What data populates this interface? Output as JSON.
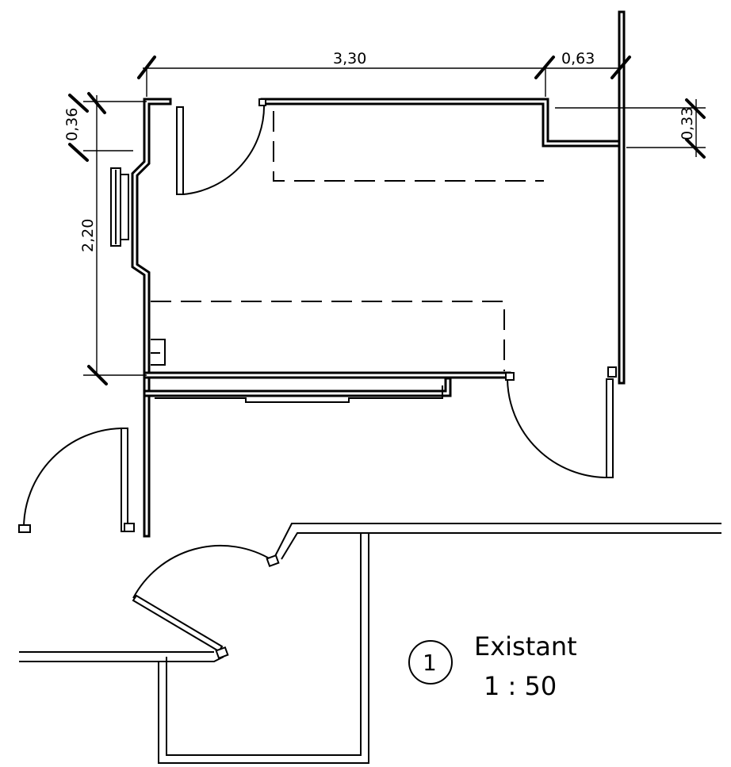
{
  "dimensions": {
    "width_main": "3,30",
    "width_right": "0,63",
    "left_top": "0,36",
    "left_height": "2,20",
    "right_top": "0,33"
  },
  "view_title": {
    "number": "1",
    "name": "Existant",
    "scale": "1 : 50"
  }
}
